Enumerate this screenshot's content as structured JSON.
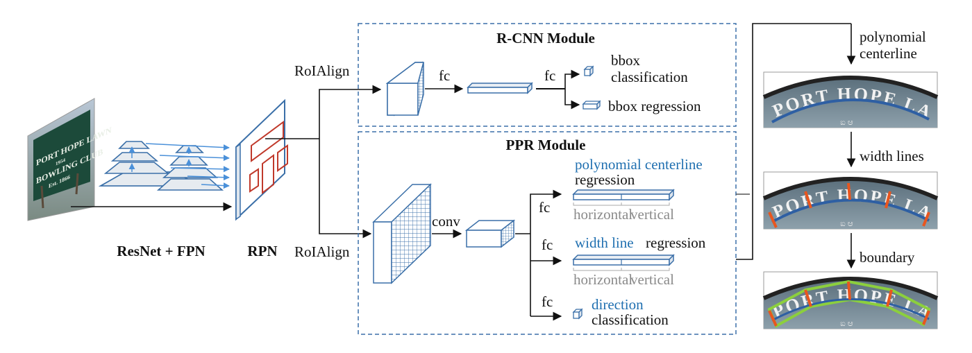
{
  "labels": {
    "backbone": "ResNet + FPN",
    "rpn": "RPN",
    "roialign_top": "RoIAlign",
    "roialign_bottom": "RoIAlign",
    "rcnn_title": "R-CNN Module",
    "ppr_title": "PPR Module",
    "fc_1": "fc",
    "fc_2": "fc",
    "bbox_cls_1": "bbox",
    "bbox_cls_2": "classification",
    "bbox_reg": "bbox regression",
    "conv": "conv",
    "fc_poly": "fc",
    "fc_width": "fc",
    "fc_dir": "fc",
    "poly_centerline_blue": "polynomial centerline",
    "poly_regression": "regression",
    "width_line_blue": "width line",
    "width_regression": "regression",
    "horizontal_1": "horizontal",
    "vertical_1": "vertical",
    "horizontal_2": "horizontal",
    "vertical_2": "vertical",
    "direction_blue": "direction",
    "direction_cls": "classification",
    "step_poly_1": "polynomial",
    "step_poly_2": "centerline",
    "step_width": "width lines",
    "step_boundary": "boundary",
    "sign_l1": "PORT HOPE LAWN",
    "sign_l2": "1954",
    "sign_l3": "BOWLING CLUB",
    "sign_l4": "Est. 1866",
    "crop_text": "PORT HOPE LAWN",
    "crop_mark": "ಐ ಆ"
  },
  "colors": {
    "blue_accent": "#1f6fb0",
    "box_line": "#3a6fa8",
    "rpn_red": "#c0392b",
    "arrow_blue": "#4a90d9",
    "centerline": "#2e5fa3",
    "width_marks": "#e8561f",
    "boundary": "#8ccf3d"
  }
}
